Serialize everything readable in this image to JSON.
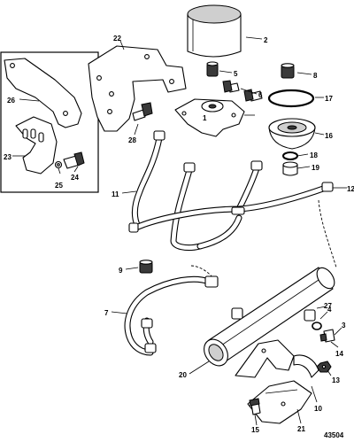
{
  "figure_number": "43504",
  "callouts": [
    "1",
    "2",
    "3",
    "4",
    "5",
    "6",
    "7",
    "8",
    "9",
    "10",
    "11",
    "12",
    "13",
    "14",
    "15",
    "16",
    "17",
    "18",
    "19",
    "20",
    "21",
    "22",
    "23",
    "24",
    "25",
    "26",
    "27",
    "28"
  ]
}
